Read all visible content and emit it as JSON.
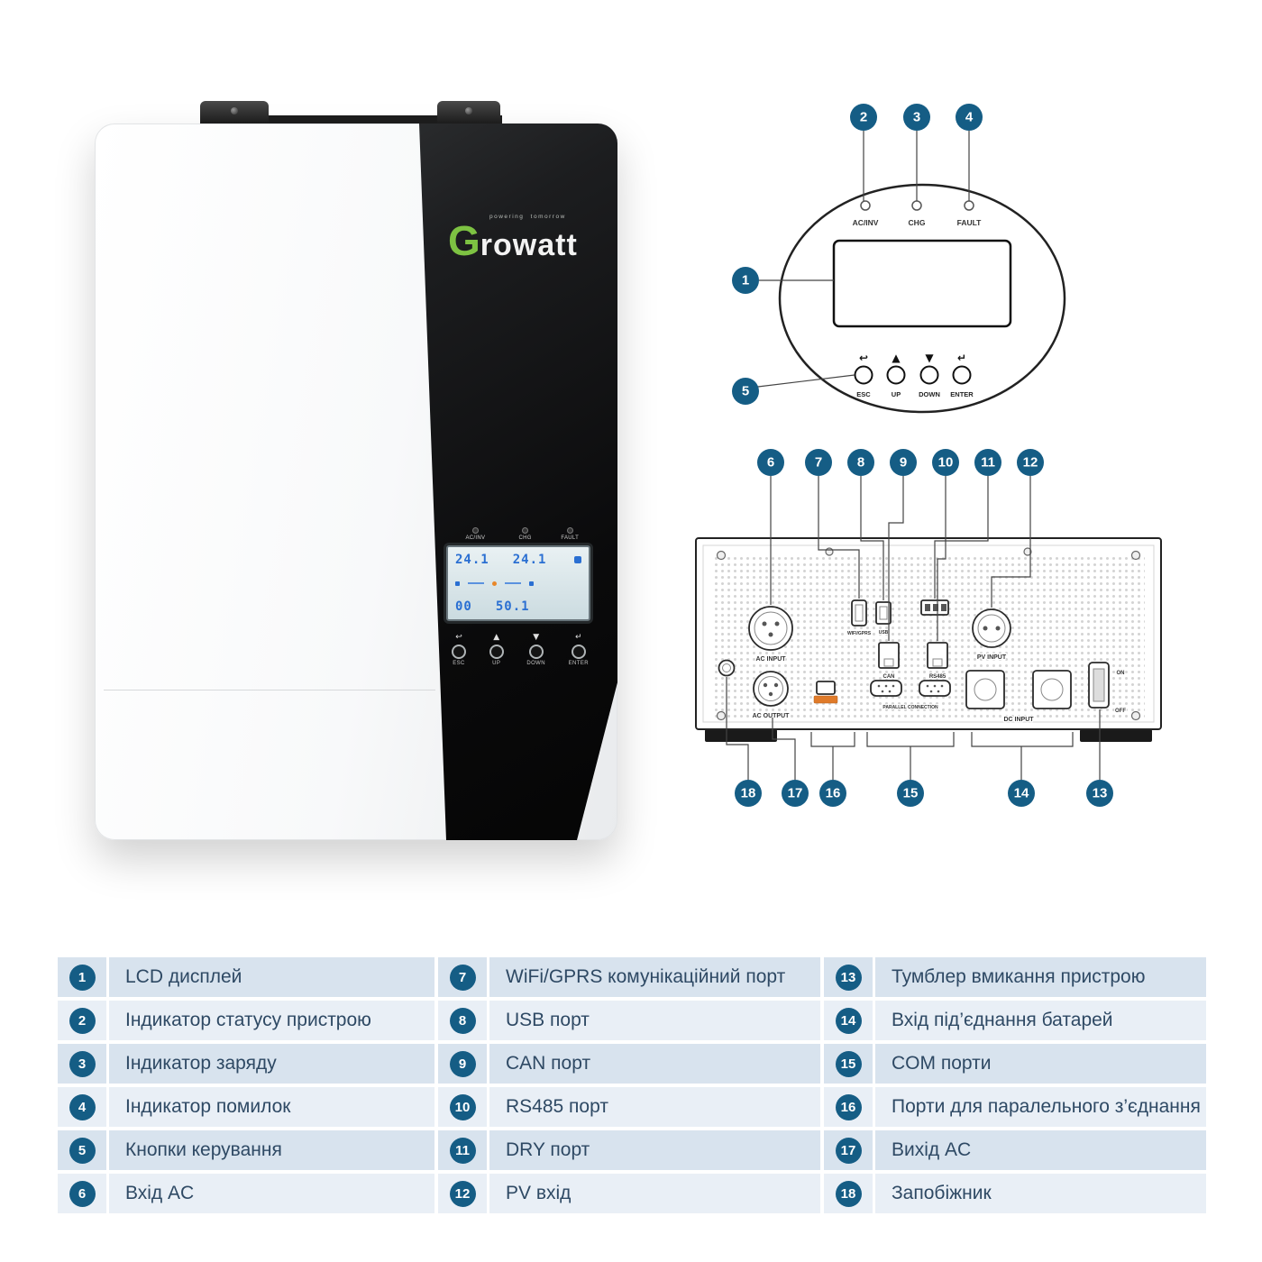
{
  "brand": {
    "tagline": "powering tomorrow",
    "logo_g": "G",
    "logo_rest": "rowatt"
  },
  "device_lcd": {
    "v1": "24.1",
    "v2": "24.1",
    "v3": "00",
    "v4": "50.1"
  },
  "control_panel": {
    "indicators": [
      {
        "label": "AC/INV"
      },
      {
        "label": "CHG"
      },
      {
        "label": "FAULT"
      }
    ],
    "buttons": [
      {
        "symbol": "↩",
        "label": "ESC"
      },
      {
        "symbol": "▲",
        "label": "UP"
      },
      {
        "symbol": "▼",
        "label": "DOWN"
      },
      {
        "symbol": "↵",
        "label": "ENTER"
      }
    ]
  },
  "rear_panel": {
    "ac_input": "AC INPUT",
    "pv_input": "PV INPUT",
    "ac_output": "AC OUTPUT",
    "dc_input": "DC INPUT",
    "parallel": "PARALLEL CONNECTION",
    "wifi": "WIFI/GPRS",
    "usb": "USB",
    "can": "CAN",
    "rs485": "RS485",
    "on": "ON",
    "off": "OFF"
  },
  "legend": {
    "items": [
      {
        "num": "1",
        "label": "LCD дисплей"
      },
      {
        "num": "2",
        "label": "Індикатор статусу пристрою"
      },
      {
        "num": "3",
        "label": "Індикатор заряду"
      },
      {
        "num": "4",
        "label": "Індикатор помилок"
      },
      {
        "num": "5",
        "label": "Кнопки керування"
      },
      {
        "num": "6",
        "label": "Вхід AC"
      },
      {
        "num": "7",
        "label": "WiFi/GPRS комунікаційний порт"
      },
      {
        "num": "8",
        "label": "USB порт"
      },
      {
        "num": "9",
        "label": "CAN порт"
      },
      {
        "num": "10",
        "label": "RS485 порт"
      },
      {
        "num": "11",
        "label": "DRY порт"
      },
      {
        "num": "12",
        "label": "PV вхід"
      },
      {
        "num": "13",
        "label": "Тумблер вмикання пристрою"
      },
      {
        "num": "14",
        "label": "Вхід під’єднання батарей"
      },
      {
        "num": "15",
        "label": "COM порти"
      },
      {
        "num": "16",
        "label": "Порти для паралельного з’єднання"
      },
      {
        "num": "17",
        "label": "Вихід AC"
      },
      {
        "num": "18",
        "label": "Запобіжник"
      }
    ]
  }
}
